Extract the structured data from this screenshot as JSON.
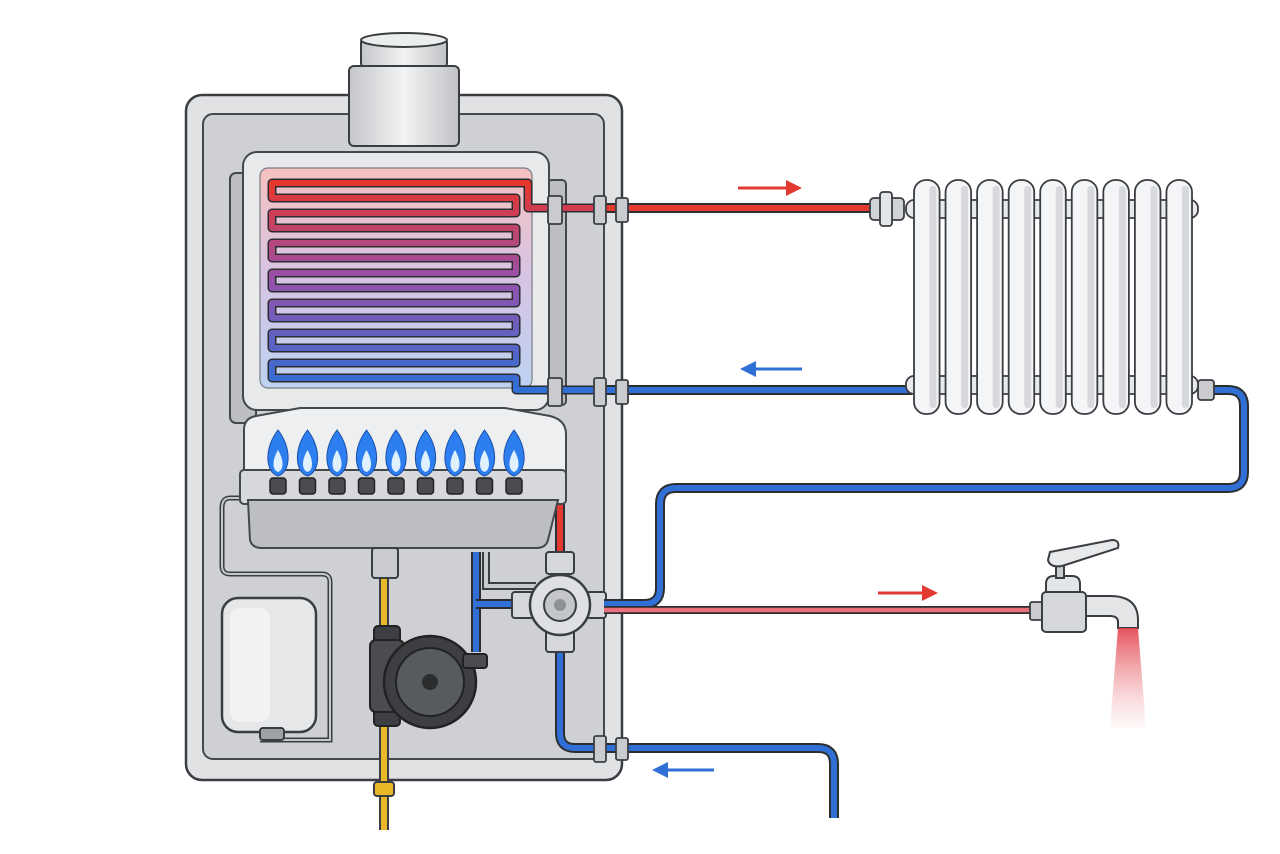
{
  "diagram": {
    "components": [
      {
        "id": "boiler-casing",
        "kind": "wall-mounted combination boiler"
      },
      {
        "id": "flue",
        "kind": "flue outlet"
      },
      {
        "id": "heat-exchanger",
        "kind": "coiled heat exchanger"
      },
      {
        "id": "burner",
        "kind": "gas burner"
      },
      {
        "id": "gas-valve",
        "kind": "gas valve"
      },
      {
        "id": "pump",
        "kind": "circulation pump"
      },
      {
        "id": "expansion-vessel",
        "kind": "expansion vessel"
      },
      {
        "id": "diverter-valve",
        "kind": "diverter valve"
      },
      {
        "id": "radiator",
        "kind": "radiator"
      },
      {
        "id": "tap",
        "kind": "hot water tap"
      }
    ],
    "flame_count": 9,
    "radiator_sections": 9,
    "flows": [
      {
        "id": "heating-flow",
        "temperature": "hot",
        "direction": "right"
      },
      {
        "id": "heating-return",
        "temperature": "cold",
        "direction": "left"
      },
      {
        "id": "hot-water-outlet",
        "temperature": "hot",
        "direction": "right"
      },
      {
        "id": "cold-mains-inlet",
        "temperature": "cold",
        "direction": "left"
      }
    ]
  },
  "colors": {
    "hot": "#e23a30",
    "hot_light": "#e8707a",
    "cold": "#2f6fd6",
    "gas": "#e8b828",
    "flame": "#2d7ff0",
    "casing": "#d9dadd",
    "outline": "#3a3d42",
    "pump": "#3d3f42"
  }
}
